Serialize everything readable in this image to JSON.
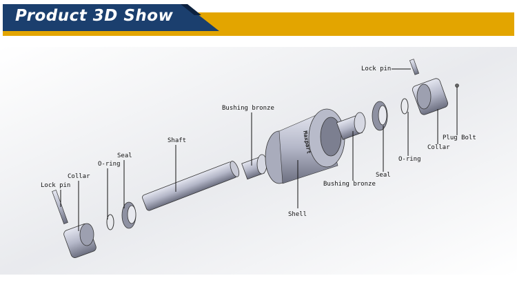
{
  "header": {
    "title": "Product 3D Show"
  },
  "colors": {
    "banner_blue": "#1b3f6e",
    "banner_gold": "#e3a500"
  },
  "labels": {
    "lock_pin_left": "Lock pin",
    "collar_left": "Collar",
    "o_ring_left": "O-ring",
    "seal_left": "Seal",
    "shaft": "Shaft",
    "bushing_bronze_left": "Bushing bronze",
    "shell": "Shell",
    "shell_stamp": "Maxpart",
    "bushing_bronze_right": "Bushing bronze",
    "seal_right": "Seal",
    "o_ring_right": "O-ring",
    "collar_right": "Collar",
    "plug_bolt": "Plug Bolt",
    "lock_pin_right": "Lock pin"
  }
}
